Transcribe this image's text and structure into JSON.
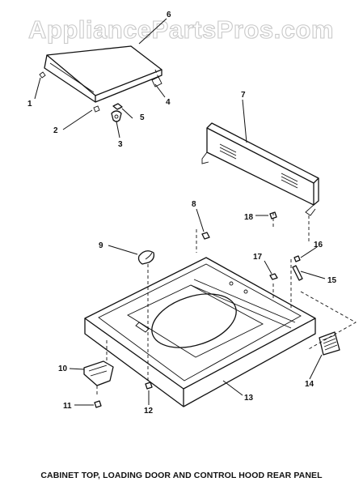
{
  "watermark": "AppliancePartsPros.com",
  "caption": "CABINET TOP, LOADING DOOR AND CONTROL HOOD REAR PANEL",
  "callouts": {
    "c1": "1",
    "c2": "2",
    "c3": "3",
    "c4": "4",
    "c5": "5",
    "c6": "6",
    "c7": "7",
    "c8": "8",
    "c9": "9",
    "c10": "10",
    "c11": "11",
    "c12": "12",
    "c13": "13",
    "c14": "14",
    "c15": "15",
    "c16": "16",
    "c17": "17",
    "c18": "18"
  }
}
